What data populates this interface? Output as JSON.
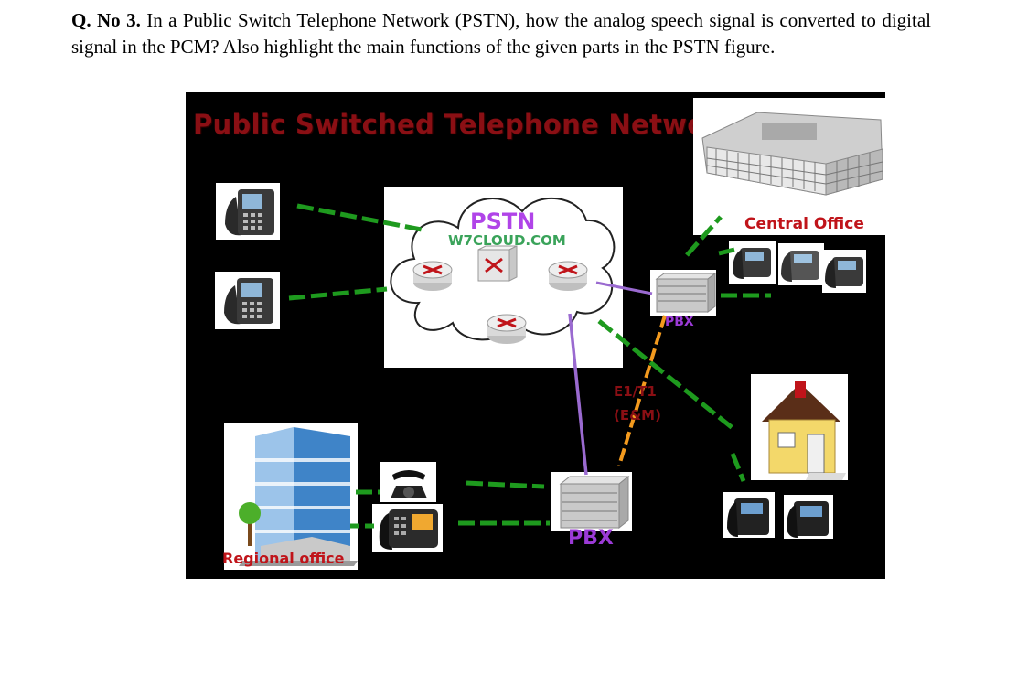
{
  "question": {
    "number": "Q. No 3.",
    "text": " In a Public Switch Telephone Network (PSTN), how the analog speech signal is converted to digital signal in the PCM? Also highlight the main functions of the given parts in the PSTN figure."
  },
  "figure": {
    "title": "Public Switched Telephone Network",
    "cloud_label": "PSTN",
    "watermark": "W7CLOUD.COM",
    "central_office": "Central Office",
    "pbx_top": "PBX",
    "pbx_bottom": "PBX",
    "trunk_label_1": "E1/T1",
    "trunk_label_2": "(E&M)",
    "regional_office": "Regional office"
  },
  "colors": {
    "title_red": "#8a0f14",
    "pstn_purple": "#b044e8",
    "watermark_green": "#3aa35a",
    "dashed_green": "#1e9a1e",
    "trunk_orange": "#f39a1e",
    "link_purple": "#9a6ad0",
    "pbx_purple": "#9b3ad6"
  },
  "icons": [
    "desk-phone-icon",
    "router-icon",
    "switch-icon",
    "server-rack-icon",
    "building-icon",
    "house-icon",
    "tree-icon",
    "rotary-phone-icon"
  ]
}
